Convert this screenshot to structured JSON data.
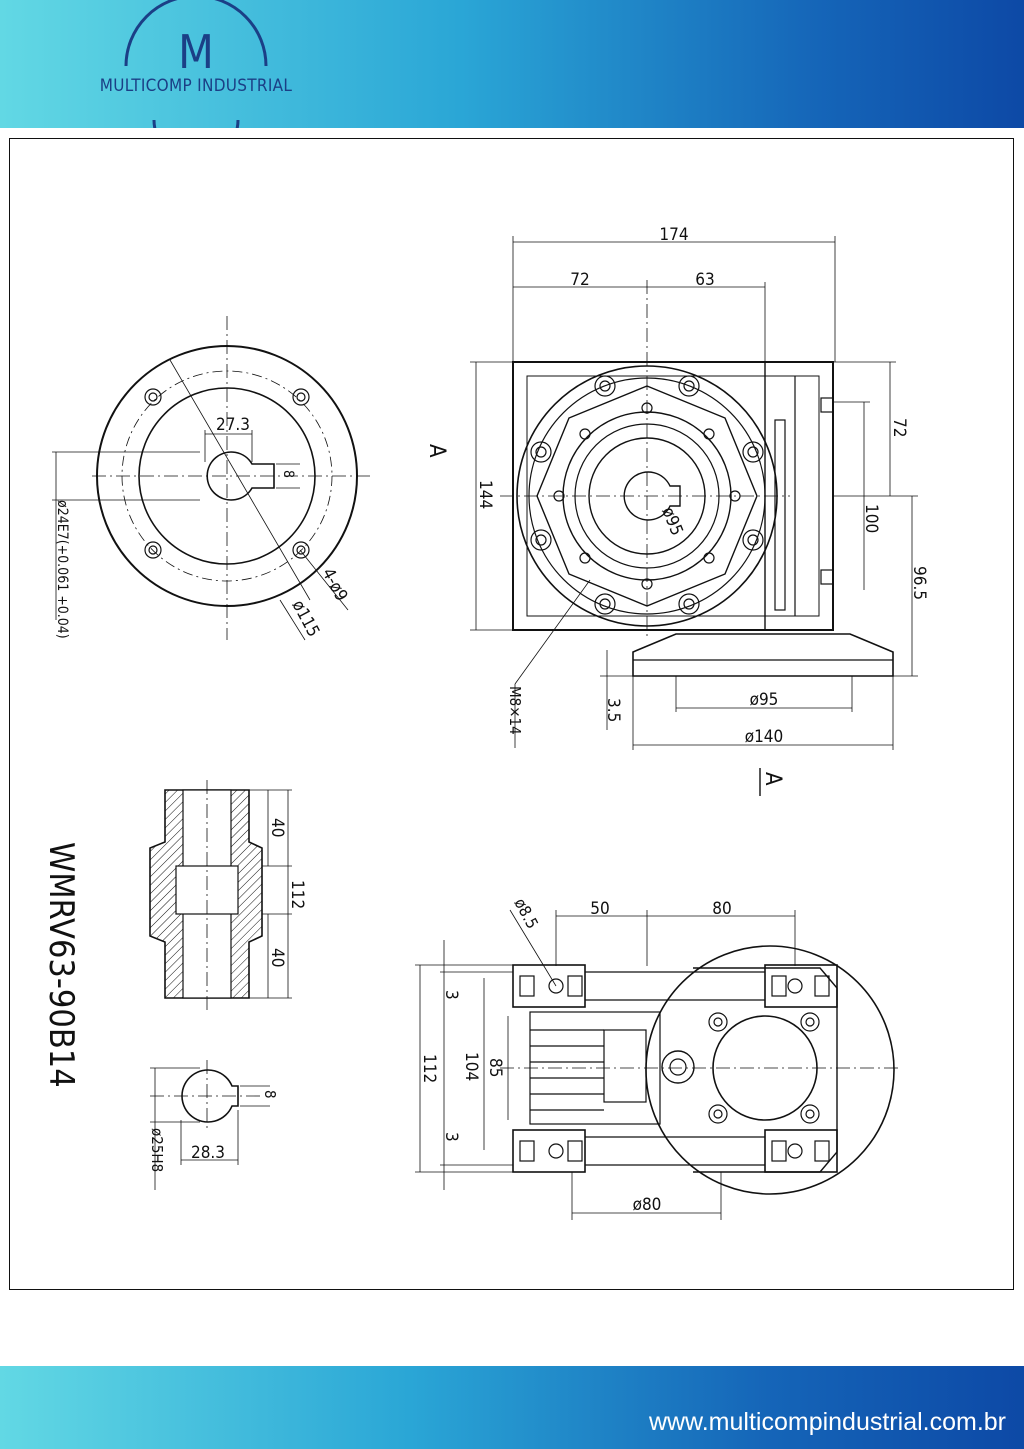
{
  "brand": {
    "name": "MULTICOMP INDUSTRIAL",
    "logo_letter": "M",
    "logo_icon": "m-arch-logo-icon"
  },
  "model": "WMRV63-90B14",
  "section_label": "A",
  "dims": {
    "d_174": "174",
    "d_72_top": "72",
    "d_63": "63",
    "d_144": "144",
    "d_72_right": "72",
    "d_100": "100",
    "d_96_5": "96.5",
    "d_3_5": "3.5",
    "d_phi95_base": "ø95",
    "d_phi140": "ø140",
    "d_phi95_bore": "ø95",
    "d_m8x14": "M8×14",
    "d_27_3": "27.3",
    "d_8_flange": "8",
    "d_shaft_tol": "ø24E7(+0.061 +0.04)",
    "d_4x9": "4-ø9",
    "d_phi115": "ø115",
    "d_40_top": "40",
    "d_112_shaft": "112",
    "d_40_bottom": "40",
    "d_8_key": "8",
    "d_28_3": "28.3",
    "d_phi25h8": "ø25H8",
    "d_8_5": "ø8.5",
    "d_50": "50",
    "d_80": "80",
    "d_112_side": "112",
    "d_104": "104",
    "d_85": "85",
    "d_3_top": "3",
    "d_3_bottom": "3",
    "d_phi80": "ø80"
  },
  "footer": {
    "url": "www.multicompindustrial.com.br"
  },
  "colors": {
    "header_start": "#62d8e4",
    "header_end": "#0d49a6",
    "logo_text": "#1b3f86",
    "line": "#111111"
  }
}
